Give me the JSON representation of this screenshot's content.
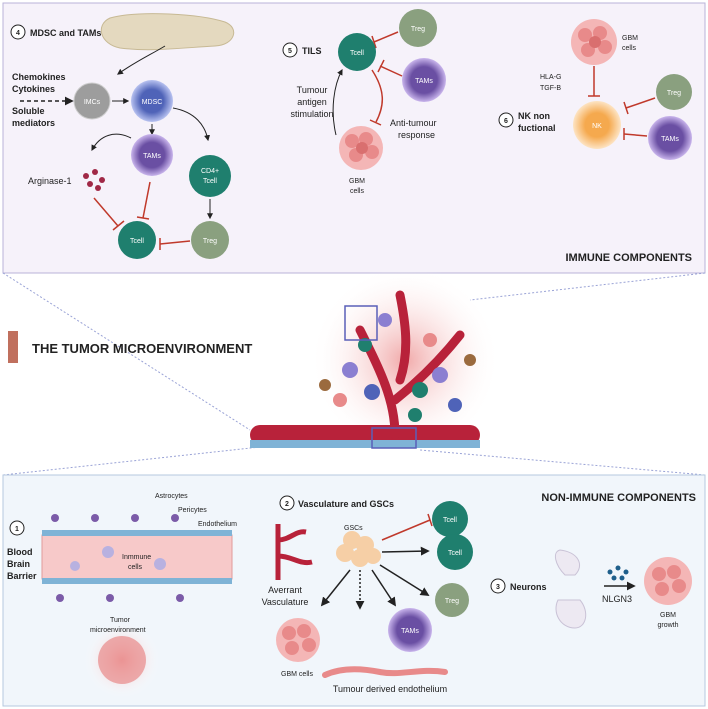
{
  "main_title": "THE TUMOR MICROENVIRONMENT",
  "immune": {
    "header": "IMMUNE COMPONENTS",
    "p4": {
      "num": "4",
      "title": "MDSC and TAMs",
      "chemokines": "Chemokines",
      "cytokines": "Cytokines",
      "soluble1": "Soluble",
      "soluble2": "mediators",
      "imcs": "IMCs",
      "mdsc": "MDSC",
      "tams": "TAMs",
      "cd4_1": "CD4+",
      "cd4_2": "Tcell",
      "arginase": "Arginase-1",
      "tcell": "Tcell",
      "treg": "Treg"
    },
    "p5": {
      "num": "5",
      "title": "TILS",
      "treg": "Treg",
      "tcell": "Tcell",
      "tams": "TAMs",
      "antigen1": "Tumour",
      "antigen2": "antigen",
      "antigen3": "stimulation",
      "anti1": "Anti-tumour",
      "anti2": "response",
      "gbm1": "GBM",
      "gbm2": "cells"
    },
    "p6": {
      "num": "6",
      "title1": "NK non",
      "title2": "fuctional",
      "gbm1": "GBM",
      "gbm2": "cells",
      "hla": "HLA-G",
      "tgf": "TGF-B",
      "nk": "NK",
      "treg": "Treg",
      "tams": "TAMs"
    }
  },
  "nonimmune": {
    "header": "NON-IMMUNE COMPONENTS",
    "p1": {
      "num": "1",
      "title1": "Blood",
      "title2": "Brain",
      "title3": "Barrier",
      "astro": "Astrocytes",
      "peri": "Pericytes",
      "endo": "Endothelium",
      "inm1": "Inmmune",
      "inm2": "cells",
      "tm1": "Tumor",
      "tm2": "microenvironment"
    },
    "p2": {
      "num": "2",
      "title": "Vasculature and GSCs",
      "gscs": "GSCs",
      "tcell1": "Tcell",
      "tcell2": "Tcell",
      "treg": "Treg",
      "tams": "TAMs",
      "aver1": "Averrant",
      "aver2": "Vasculature",
      "gbm": "GBM cells",
      "endo": "Tumour derived endothelium"
    },
    "p3": {
      "num": "3",
      "title": "Neurons",
      "nlgn": "NLGN3",
      "growth1": "GBM",
      "growth2": "growth"
    }
  },
  "colors": {
    "tcell": "#1f7f6e",
    "treg": "#8aa07f",
    "tams": "#6a4fa3",
    "gbm": "#e88a8a",
    "nk": "#f5a94e",
    "inhibit": "#c0392b",
    "accent": "#c0705e"
  }
}
